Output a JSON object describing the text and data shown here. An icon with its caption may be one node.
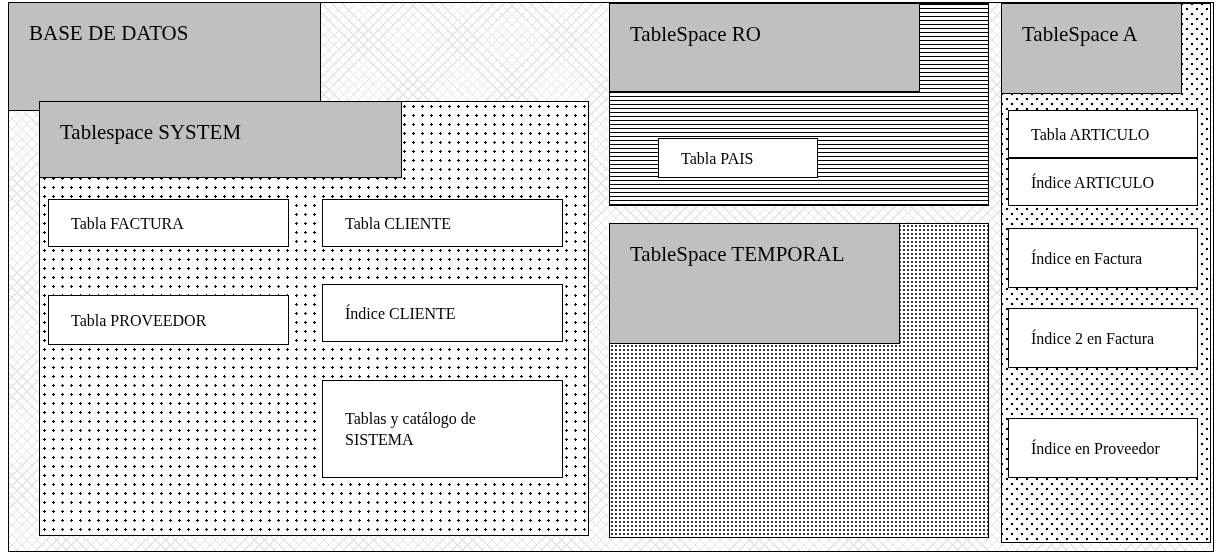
{
  "diagram": {
    "nodes": [
      {
        "text": [
          "BASE DE DATOS"
        ]
      },
      {
        "text": [
          "Tablespace SYSTEM"
        ],
        "in": 0
      },
      {
        "text": [
          "Tabla FACTURA"
        ],
        "in": 1
      },
      {
        "text": [
          "Tabla CLIENTE"
        ],
        "in": 1
      },
      {
        "text": [
          "Tabla PROVEEDOR"
        ],
        "in": 1
      },
      {
        "text": [
          "Índice CLIENTE"
        ],
        "in": 1
      },
      {
        "text": [
          "Tablas y catálogo de SISTEMA"
        ],
        "in": 1
      },
      {
        "text": [
          "TableSpace RO"
        ],
        "in": 0
      },
      {
        "text": [
          "Tabla PAIS"
        ],
        "in": 7
      },
      {
        "text": [
          "TableSpace TEMPORAL"
        ],
        "in": 0
      },
      {
        "text": [
          "TableSpace A"
        ],
        "in": 0
      },
      {
        "text": [
          "Tabla ARTICULO"
        ],
        "in": 10
      },
      {
        "text": [
          "Índice ARTICULO"
        ],
        "in": 10
      },
      {
        "text": [
          "Índice en Factura"
        ],
        "in": 10
      },
      {
        "text": [
          "Índice 2 en Factura"
        ],
        "in": 10
      },
      {
        "text": [
          "Índice en Proveedor"
        ],
        "in": 10
      }
    ]
  }
}
